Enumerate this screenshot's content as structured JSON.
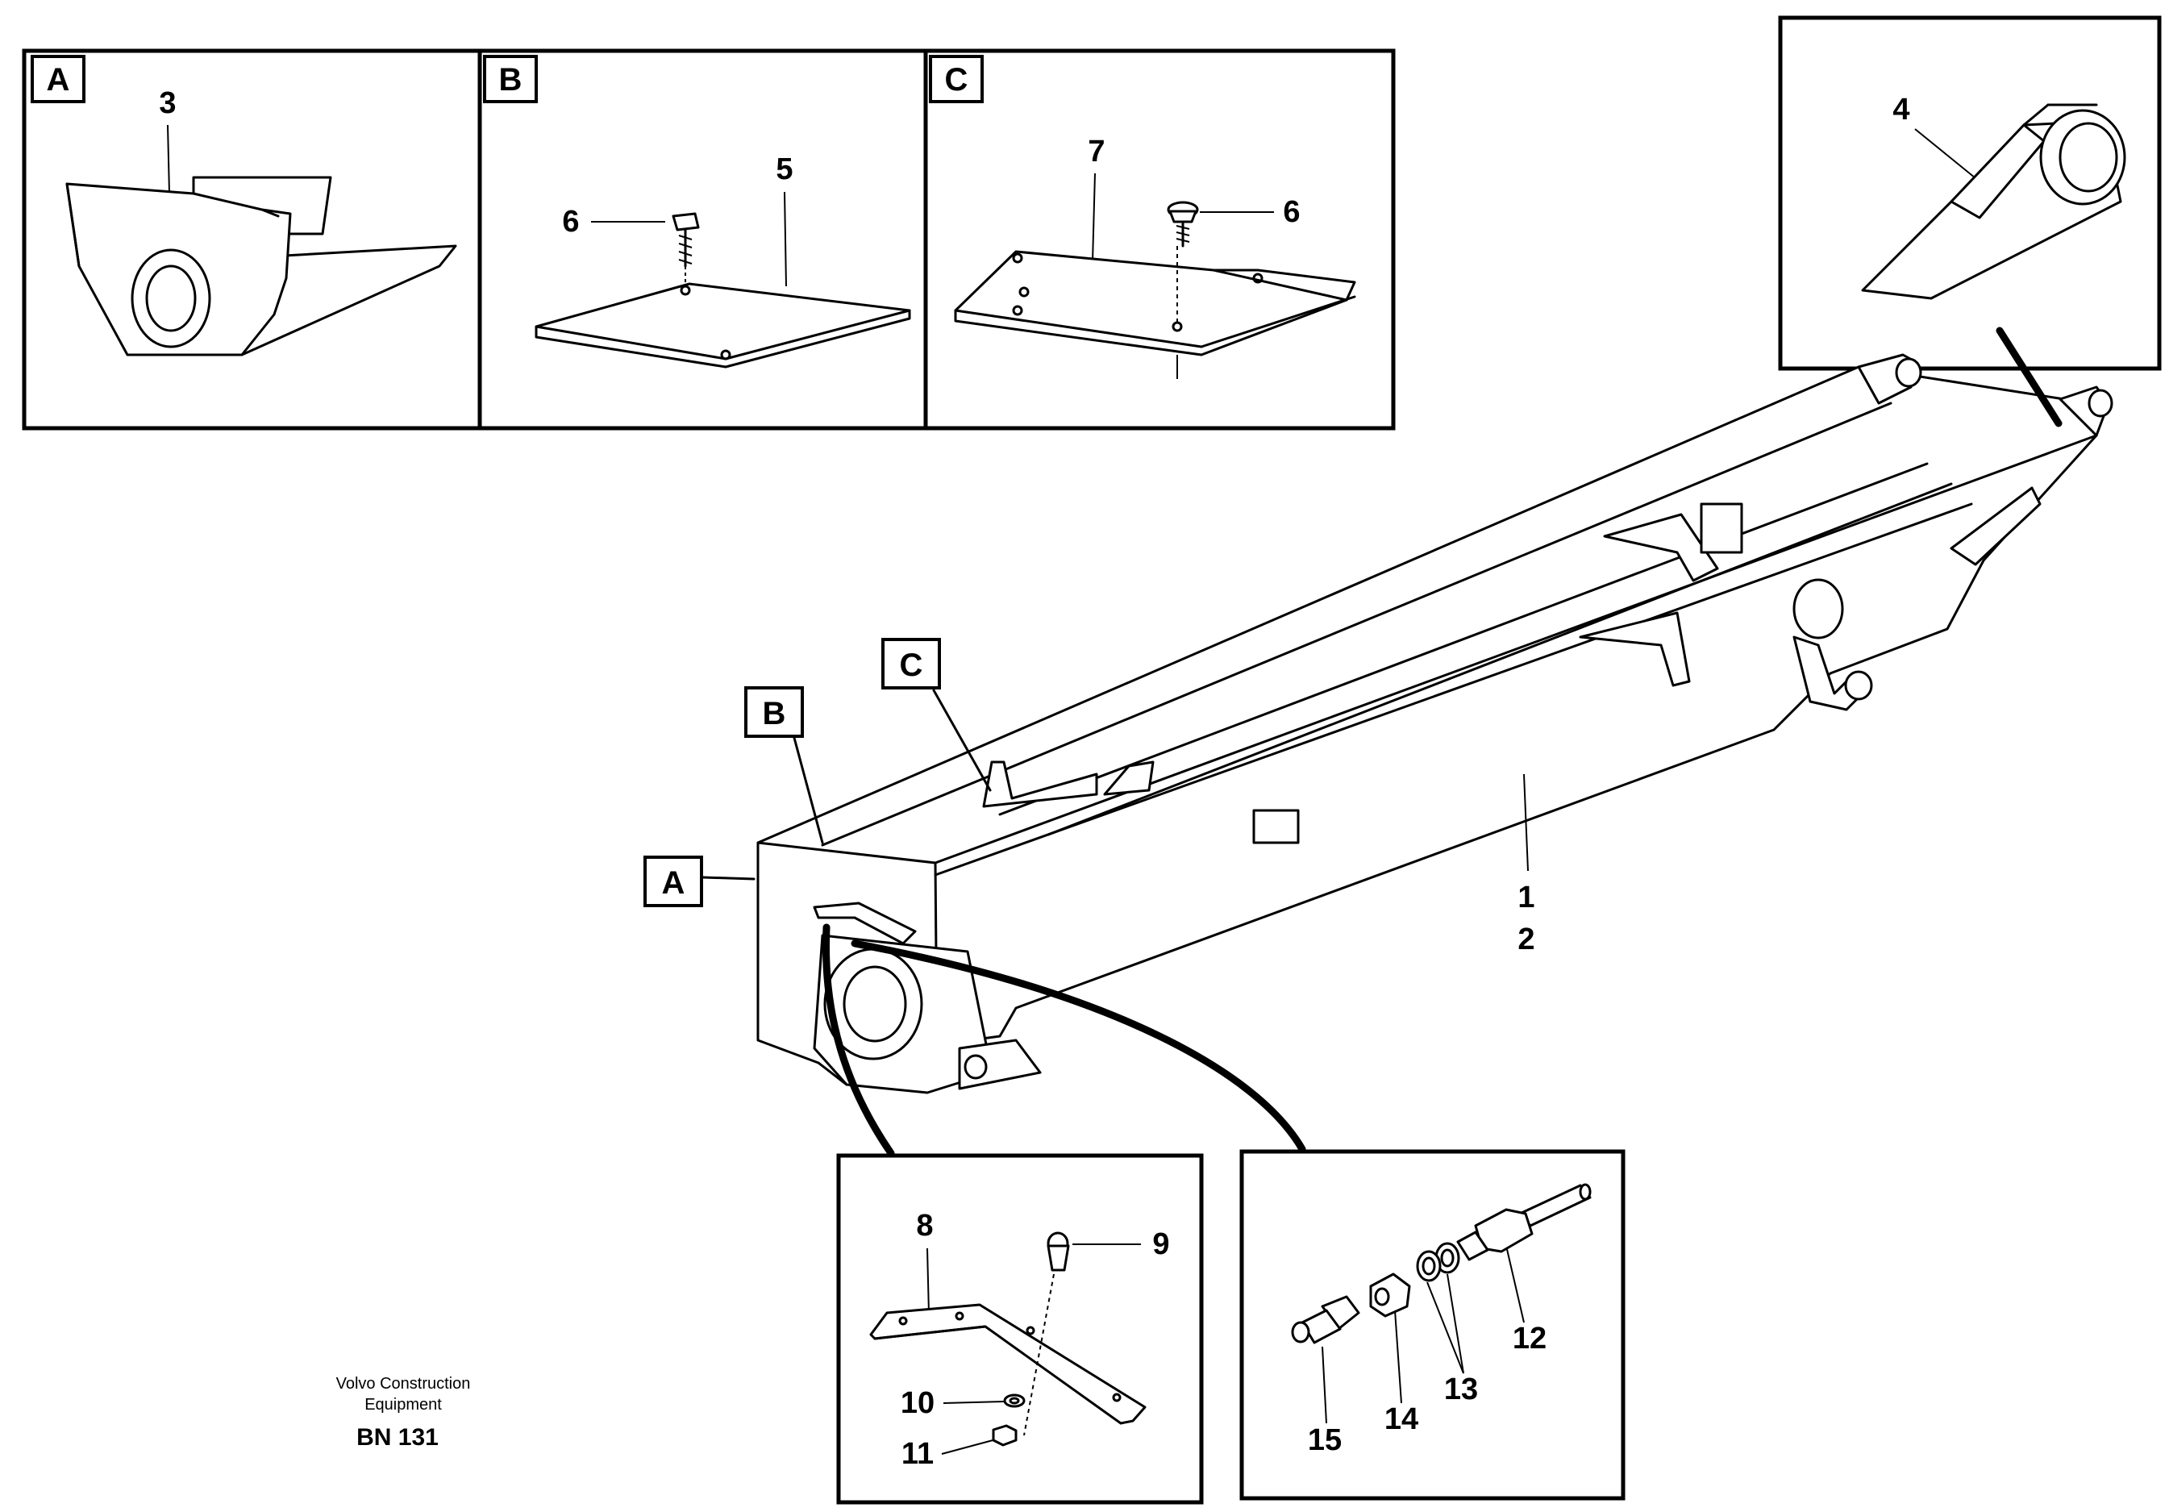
{
  "detail_views": {
    "a": {
      "tag": "A",
      "part": "3"
    },
    "b": {
      "tag": "B",
      "part_bolt": "6",
      "part_plate": "5"
    },
    "c": {
      "tag": "C",
      "part_plate": "7",
      "part_bolt": "6"
    },
    "d": {
      "part": "4"
    },
    "e": {
      "part_bracket": "8",
      "part_bolt": "9",
      "part_washer": "10",
      "part_nut": "11"
    },
    "f": {
      "part_pipe": "12",
      "part_seals": "13",
      "part_union": "14",
      "part_nipple": "15"
    }
  },
  "main_view": {
    "callout_a": "A",
    "callout_b": "B",
    "callout_c": "C",
    "part_frame_1": "1",
    "part_frame_2": "2"
  },
  "caption": {
    "line1": "Volvo Construction",
    "line2": "Equipment",
    "code": "BN 131"
  }
}
